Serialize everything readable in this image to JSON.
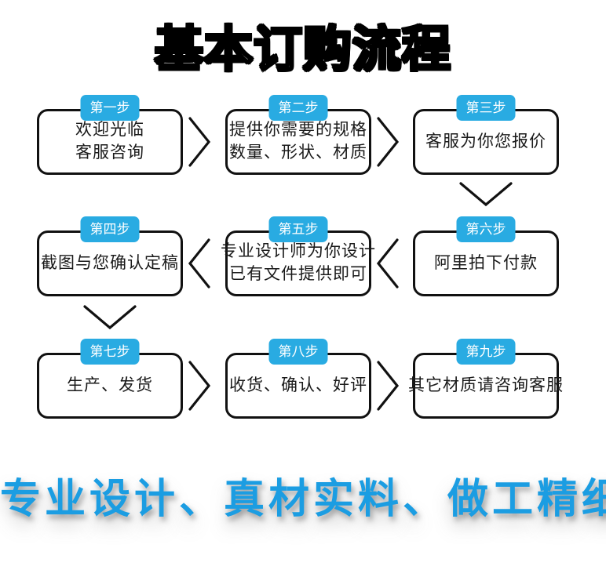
{
  "title": "基本订购流程",
  "footer": "专业设计、真材实料、做工精细",
  "colors": {
    "step_tab_bg": "#29ABE2",
    "step_tab_text": "#FFFFFF",
    "box_border": "#111111",
    "box_text": "#1A1A1A",
    "arrow": "#111111",
    "footer_text": "#1B9DE2",
    "title_outline": "#000000",
    "background": "#FFFFFF"
  },
  "steps": [
    {
      "label": "第一步",
      "lines": [
        "欢迎光临",
        "客服咨询"
      ]
    },
    {
      "label": "第二步",
      "lines": [
        "提供你需要的规格",
        "数量、形状、材质"
      ]
    },
    {
      "label": "第三步",
      "lines": [
        "客服为你您报价"
      ]
    },
    {
      "label": "第四步",
      "lines": [
        "截图与您确认定稿"
      ]
    },
    {
      "label": "第五步",
      "lines": [
        "专业设计师为你设计",
        "已有文件提供即可"
      ]
    },
    {
      "label": "第六步",
      "lines": [
        "阿里拍下付款"
      ]
    },
    {
      "label": "第七步",
      "lines": [
        "生产、发货"
      ]
    },
    {
      "label": "第八步",
      "lines": [
        "收货、确认、好评"
      ]
    },
    {
      "label": "第九步",
      "lines": [
        "其它材质请咨询客服"
      ]
    }
  ],
  "flow": {
    "row1_direction": "left-to-right",
    "row2_direction": "right-to-left",
    "row3_direction": "left-to-right"
  }
}
